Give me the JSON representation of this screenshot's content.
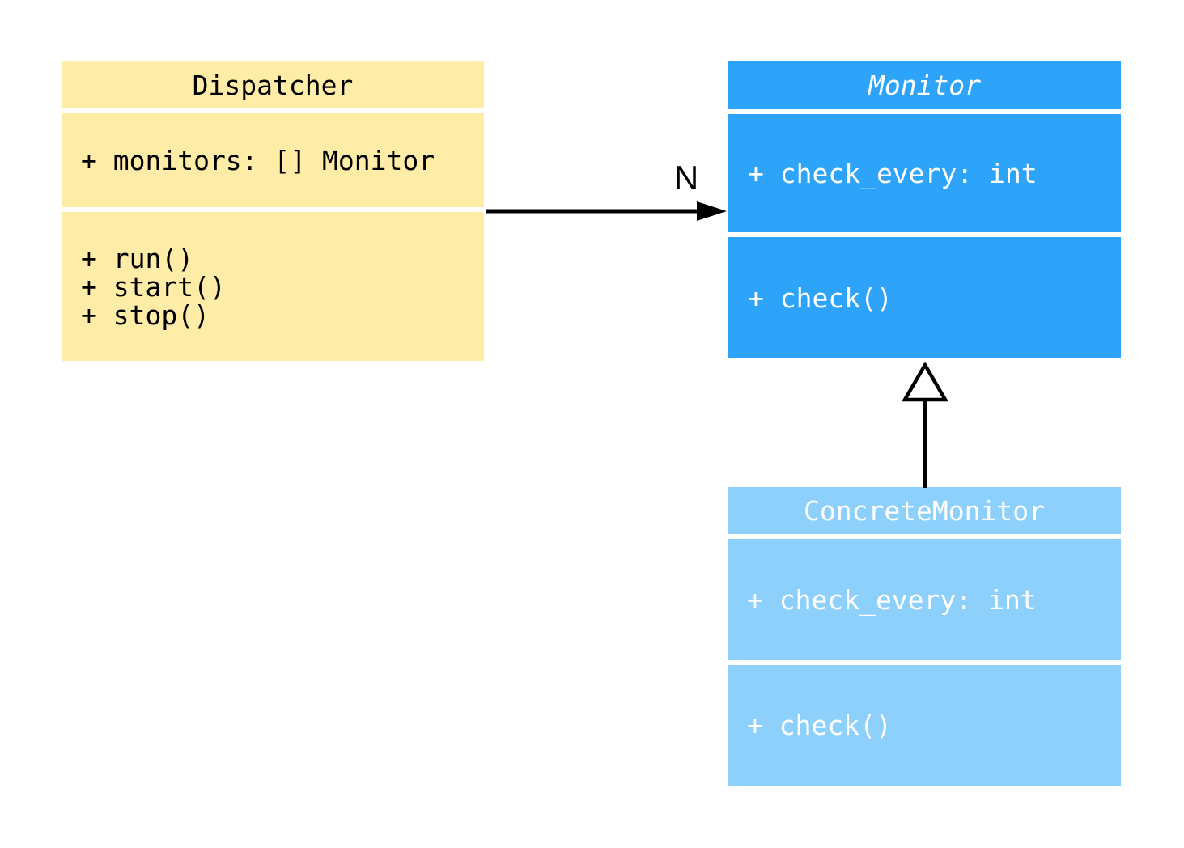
{
  "diagram": {
    "type": "uml-class-diagram",
    "background_color": "#ffffff",
    "classes": [
      {
        "id": "dispatcher",
        "name": "Dispatcher",
        "abstract": false,
        "fill": "#FFECA6",
        "text_color": "#000000",
        "attributes": [
          "+ monitors: [] Monitor"
        ],
        "methods": [
          "+ run()",
          "+ start()",
          "+ stop()"
        ]
      },
      {
        "id": "monitor",
        "name": "Monitor",
        "abstract": true,
        "fill": "#2EA3FA",
        "text_color": "#ffffff",
        "attributes": [
          "+ check_every: int"
        ],
        "methods": [
          "+ check()"
        ]
      },
      {
        "id": "concrete-monitor",
        "name": "ConcreteMonitor",
        "abstract": false,
        "fill": "#8DD0FB",
        "text_color": "#ffffff",
        "attributes": [
          "+ check_every: int"
        ],
        "methods": [
          "+ check()"
        ]
      }
    ],
    "relations": [
      {
        "type": "association",
        "from": "Dispatcher",
        "to": "Monitor",
        "label": "N",
        "line_color": "#000000"
      },
      {
        "type": "inheritance",
        "from": "ConcreteMonitor",
        "to": "Monitor",
        "label": "",
        "line_color": "#000000"
      }
    ]
  }
}
